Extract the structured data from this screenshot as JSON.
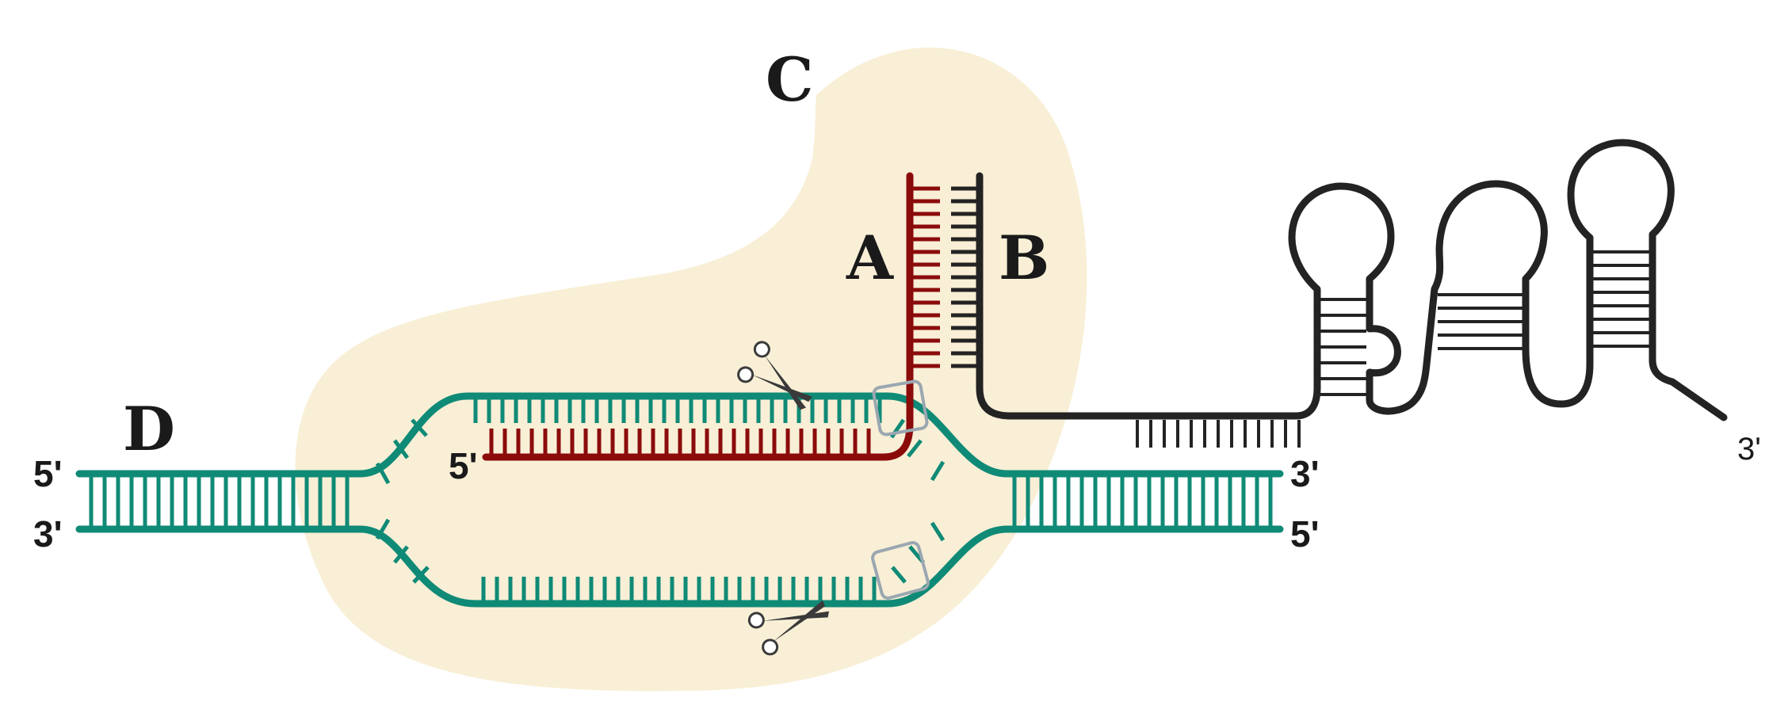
{
  "labels": {
    "a": "A",
    "b": "B",
    "c": "C",
    "d": "D"
  },
  "ends": {
    "top_left": "5'",
    "bottom_left": "3'",
    "top_right": "3'",
    "bottom_right": "5'",
    "guide_start": "5'",
    "rna_tail": "3'"
  },
  "colors": {
    "dna": "#0f8a76",
    "guide": "#8b0b0b",
    "scaffold": "#232323",
    "protein": "#f8efd6",
    "nuclease_box": "#9aa7b1",
    "background": "#ffffff"
  },
  "icons": [
    "scissors-icon-top",
    "scissors-icon-bottom"
  ]
}
